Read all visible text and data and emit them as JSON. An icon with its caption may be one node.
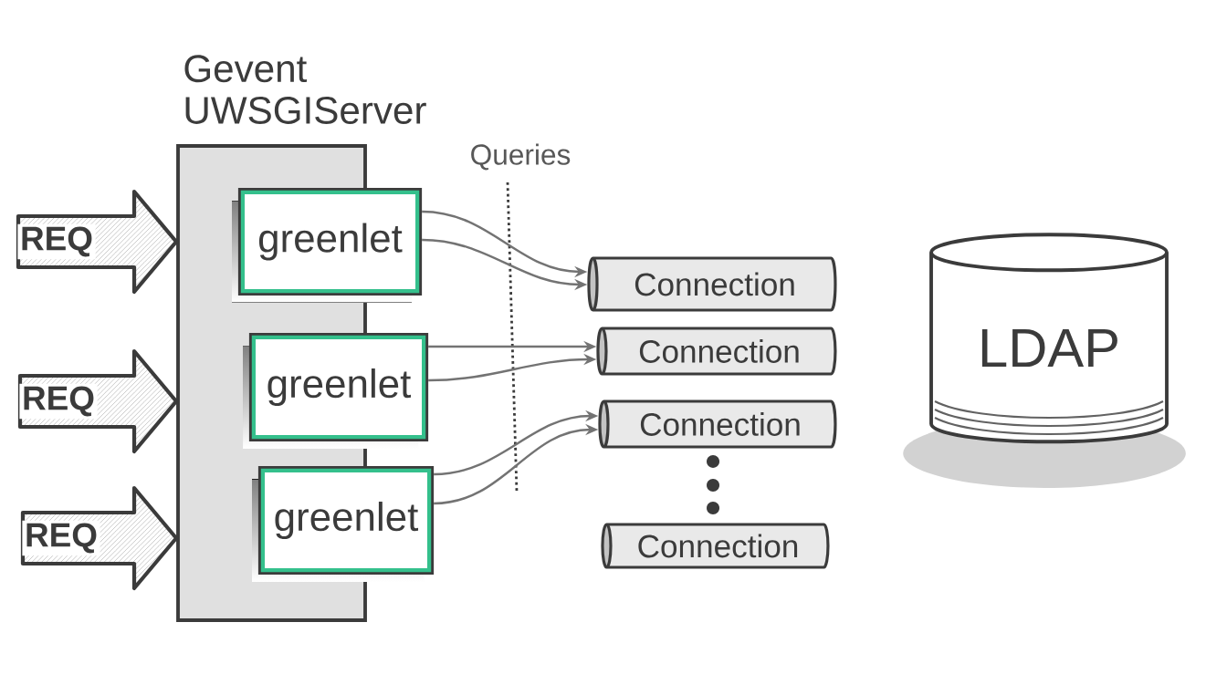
{
  "diagram": {
    "nodes": [
      {
        "text": [
          "Gevent UWSGIServer"
        ]
      },
      {
        "text": [
          "greenlet"
        ]
      },
      {
        "text": [
          "greenlet"
        ]
      },
      {
        "text": [
          "greenlet"
        ]
      },
      {
        "text": [
          "Connection"
        ]
      },
      {
        "text": [
          "Connection"
        ]
      },
      {
        "text": [
          "Connection"
        ]
      },
      {
        "text": [
          "Connection"
        ]
      },
      {
        "text": [
          "LDAP"
        ]
      }
    ],
    "edges": [
      {
        "from": null,
        "to": 0,
        "arrow": "to",
        "label": "REQ",
        "style": "thick",
        "color": "#3b3b3b"
      },
      {
        "from": null,
        "to": 0,
        "arrow": "to",
        "label": "REQ",
        "style": "thick",
        "color": "#3b3b3b"
      },
      {
        "from": null,
        "to": 0,
        "arrow": "to",
        "label": "REQ",
        "style": "thick",
        "color": "#3b3b3b"
      },
      {
        "from": 1,
        "to": 4,
        "arrow": "to"
      },
      {
        "from": 1,
        "to": 4,
        "arrow": "to"
      },
      {
        "from": 2,
        "to": 5,
        "arrow": "to"
      },
      {
        "from": 2,
        "to": 5,
        "arrow": "to"
      },
      {
        "from": 3,
        "to": 6,
        "arrow": "to"
      },
      {
        "from": 3,
        "to": 6,
        "arrow": "to"
      }
    ],
    "labels": [
      "Queries"
    ]
  }
}
